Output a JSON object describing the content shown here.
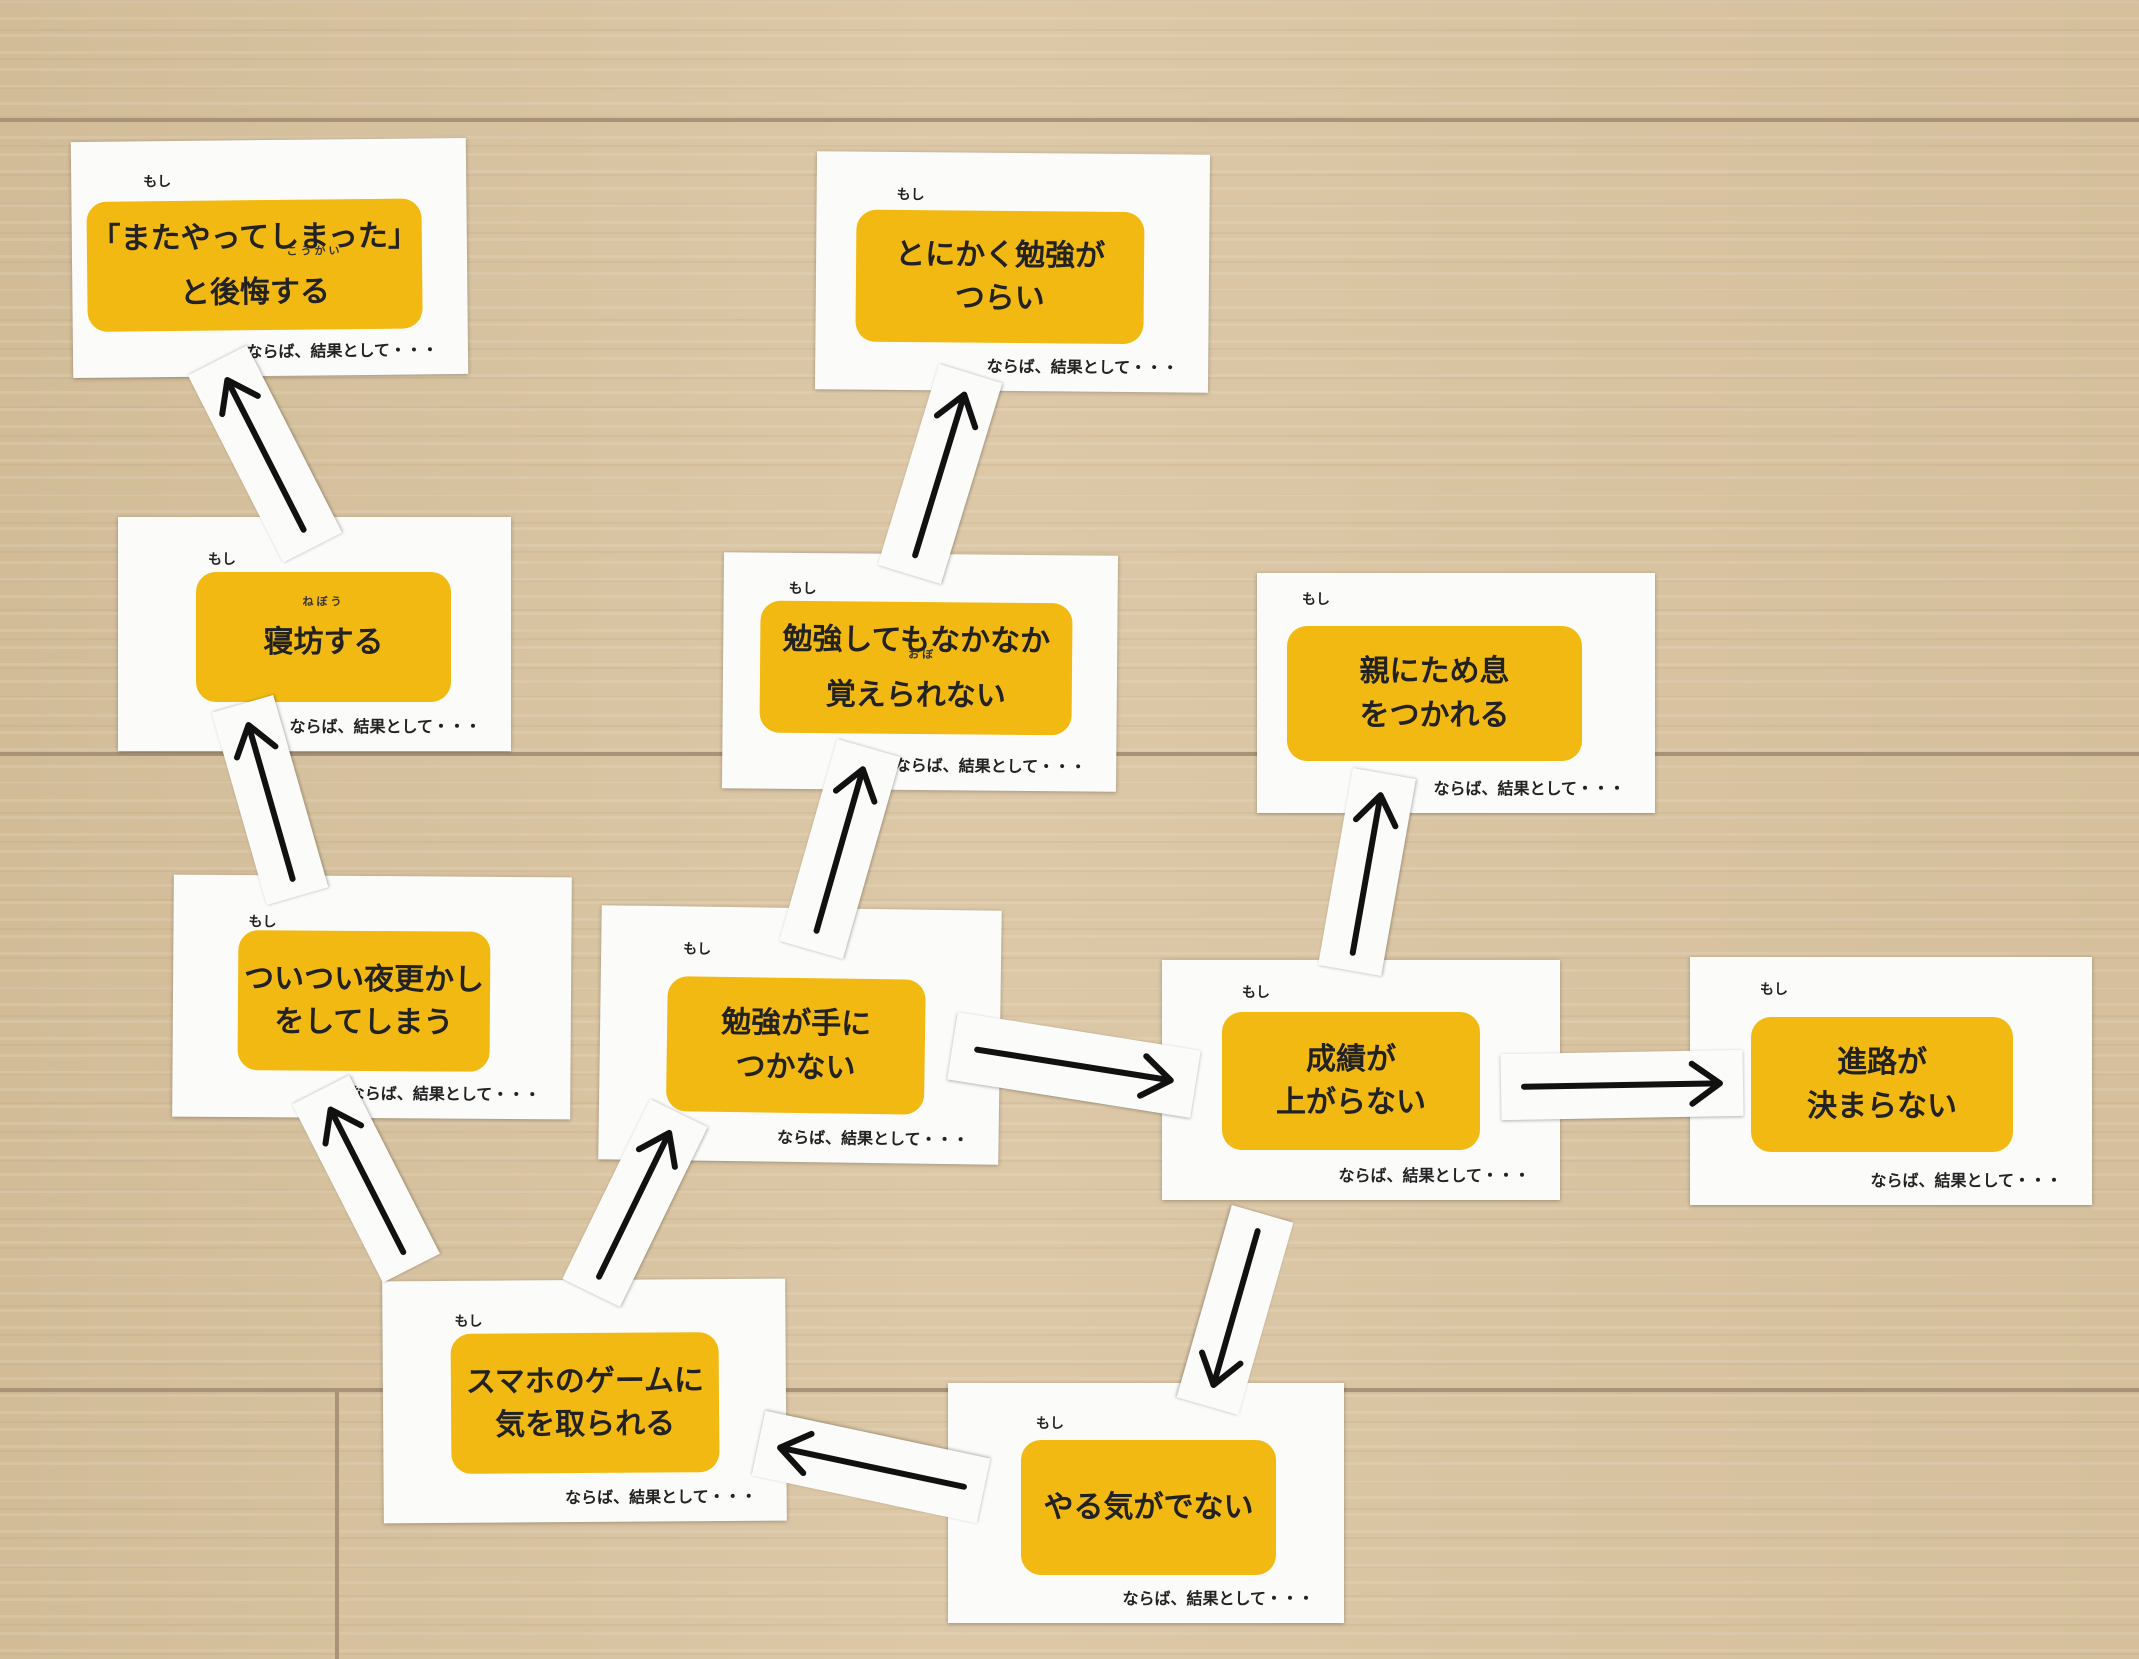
{
  "moshi": "もし",
  "footer": "ならば、結果として・・・",
  "cards": {
    "regret": {
      "line1": "「またやってしまった」",
      "line2": "と後悔する",
      "ruby": "こうかい"
    },
    "oversleep": {
      "line1": "寝坊する",
      "ruby": "ねぼう"
    },
    "latenight": {
      "line1": "ついつい夜更かし",
      "line2": "をしてしまう"
    },
    "smartphone": {
      "line1": "スマホのゲームに",
      "line2": "気を取られる"
    },
    "painful": {
      "line1": "とにかく勉強が",
      "line2": "つらい"
    },
    "memorize": {
      "line1": "勉強してもなかなか",
      "line2": "覚えられない",
      "ruby": "おぼ"
    },
    "cantfocus": {
      "line1": "勉強が手に",
      "line2": "つかない"
    },
    "sigh": {
      "line1": "親にため息",
      "line2": "をつかれる"
    },
    "grades": {
      "line1": "成績が",
      "line2": "上がらない"
    },
    "career": {
      "line1": "進路が",
      "line2": "決まらない"
    },
    "motivation": {
      "line1": "やる気がでない"
    }
  },
  "arrow_color": "#111111",
  "box_color": "#f2b912"
}
